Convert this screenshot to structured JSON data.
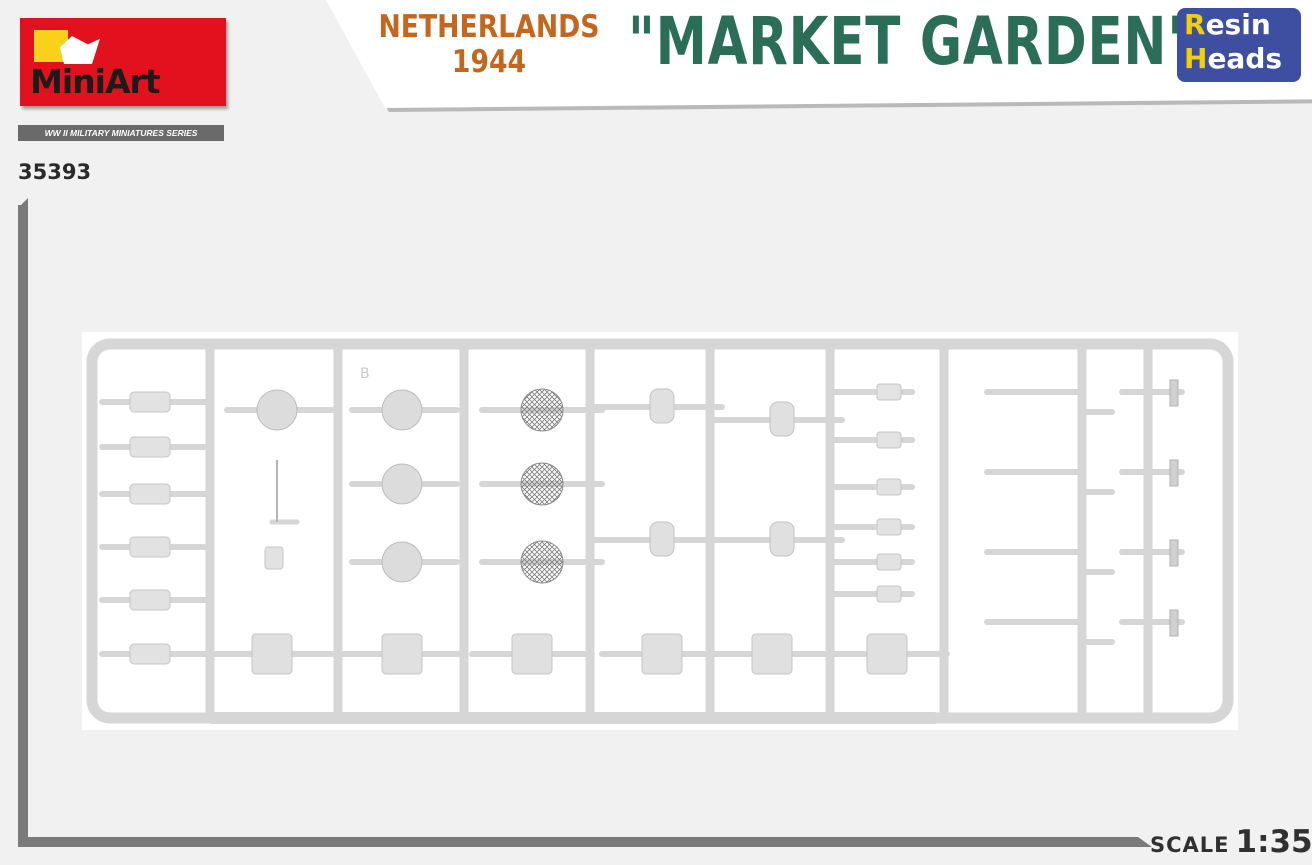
{
  "brand": {
    "name": "MiniArt",
    "series": "WW II MILITARY MINIATURES SERIES"
  },
  "kit": {
    "number": "35393"
  },
  "title": {
    "location": "NETHERLANDS",
    "year": "1944",
    "name": "\"MARKET GARDEN\"",
    "badge_line1_initial": "R",
    "badge_line1_rest": "esin",
    "badge_line2_initial": "H",
    "badge_line2_rest": "eads"
  },
  "scale": {
    "label": "SCALE",
    "value": "1:35"
  },
  "colors": {
    "brand_red": "#e3101d",
    "title_orange": "#c4661d",
    "title_green": "#2a6e58",
    "badge_blue": "#3e4fa1",
    "badge_yellow": "#f2d100",
    "sprue_grey": "#d6d6d6"
  },
  "sprue": {
    "part_letter": "B"
  }
}
